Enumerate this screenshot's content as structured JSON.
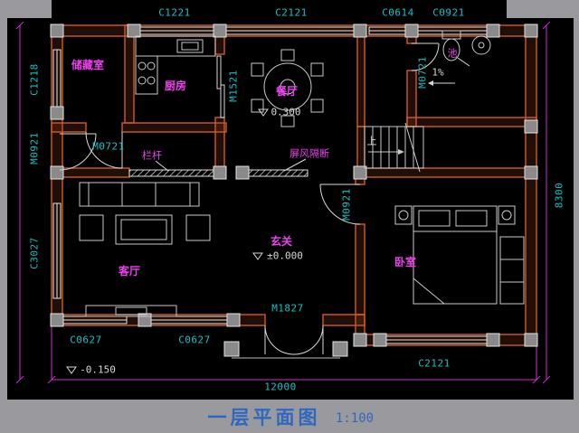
{
  "title": {
    "name": "一层平面图",
    "scale": "1:100"
  },
  "colors": {
    "canvas_bg": "#9a9a9e",
    "drawing_bg": "#000000",
    "wall": "#d05a28",
    "dimension_text": "#15c2c2",
    "boundary_line": "#cf2ccf",
    "room_text": "#ef3fef",
    "drawing_line": "#d0d0d0",
    "column_fill": "#8a8a8a",
    "title_text": "#2f68bf"
  },
  "dimensions": {
    "top": {
      "c1221": "C1221",
      "c2121": "C2121",
      "c0614": "C0614",
      "c0921": "C0921"
    },
    "left": {
      "c1218": "C1218",
      "m0921": "M0921",
      "c3027": "C3027"
    },
    "right": {
      "total_height": "8300"
    },
    "bottom": {
      "c0627_left": "C0627",
      "c0627_right": "C0627",
      "c2121": "C2121",
      "total_width": "12000"
    },
    "interior": {
      "m1521": "M1521",
      "m0721_bath": "M0721",
      "m0721_storage": "M0721",
      "m0921_bedroom": "M0921",
      "m1827_entry": "M1827"
    }
  },
  "rooms": {
    "storage": "储藏室",
    "kitchen": "厨房",
    "dining": "餐厅",
    "living": "客厅",
    "foyer": "玄关",
    "bedroom": "卧室",
    "railing": "栏杆",
    "screen_partition": "屏风隔断",
    "basin": "池",
    "stairs_up": "上"
  },
  "elevations": {
    "dining": "0.300",
    "foyer": "±0.000",
    "outdoor": "-0.150",
    "slope": "1%"
  }
}
